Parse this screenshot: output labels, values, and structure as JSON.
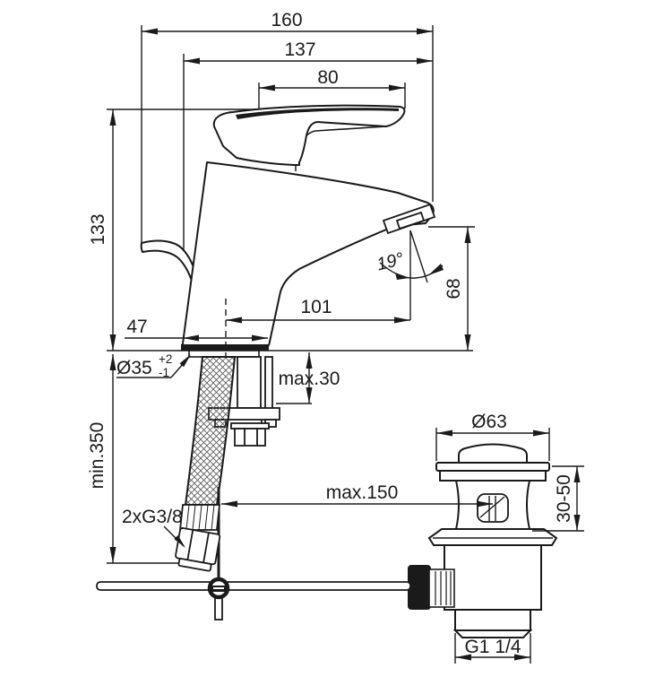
{
  "drawing": {
    "background": "#ffffff",
    "line_color": "#1a1a1a",
    "dimensions": {
      "overall_depth": "160",
      "spout_tip_to_lever": "137",
      "lever_length": "80",
      "body_height": "133",
      "spout_angle": "19°",
      "outlet_height": "68",
      "spout_reach": "101",
      "base_depth": "47",
      "mounting_hole": "Ø35",
      "mounting_hole_tol_plus": "+2",
      "mounting_hole_tol_minus": "-1",
      "deck_thickness": "max.30",
      "hose_clearance": "min.350",
      "supply_thread": "2xG3/8",
      "rod_length": "max.150",
      "waste_flange": "Ø63",
      "waste_clamp_range": "30-50",
      "waste_thread": "G1 1/4"
    }
  }
}
